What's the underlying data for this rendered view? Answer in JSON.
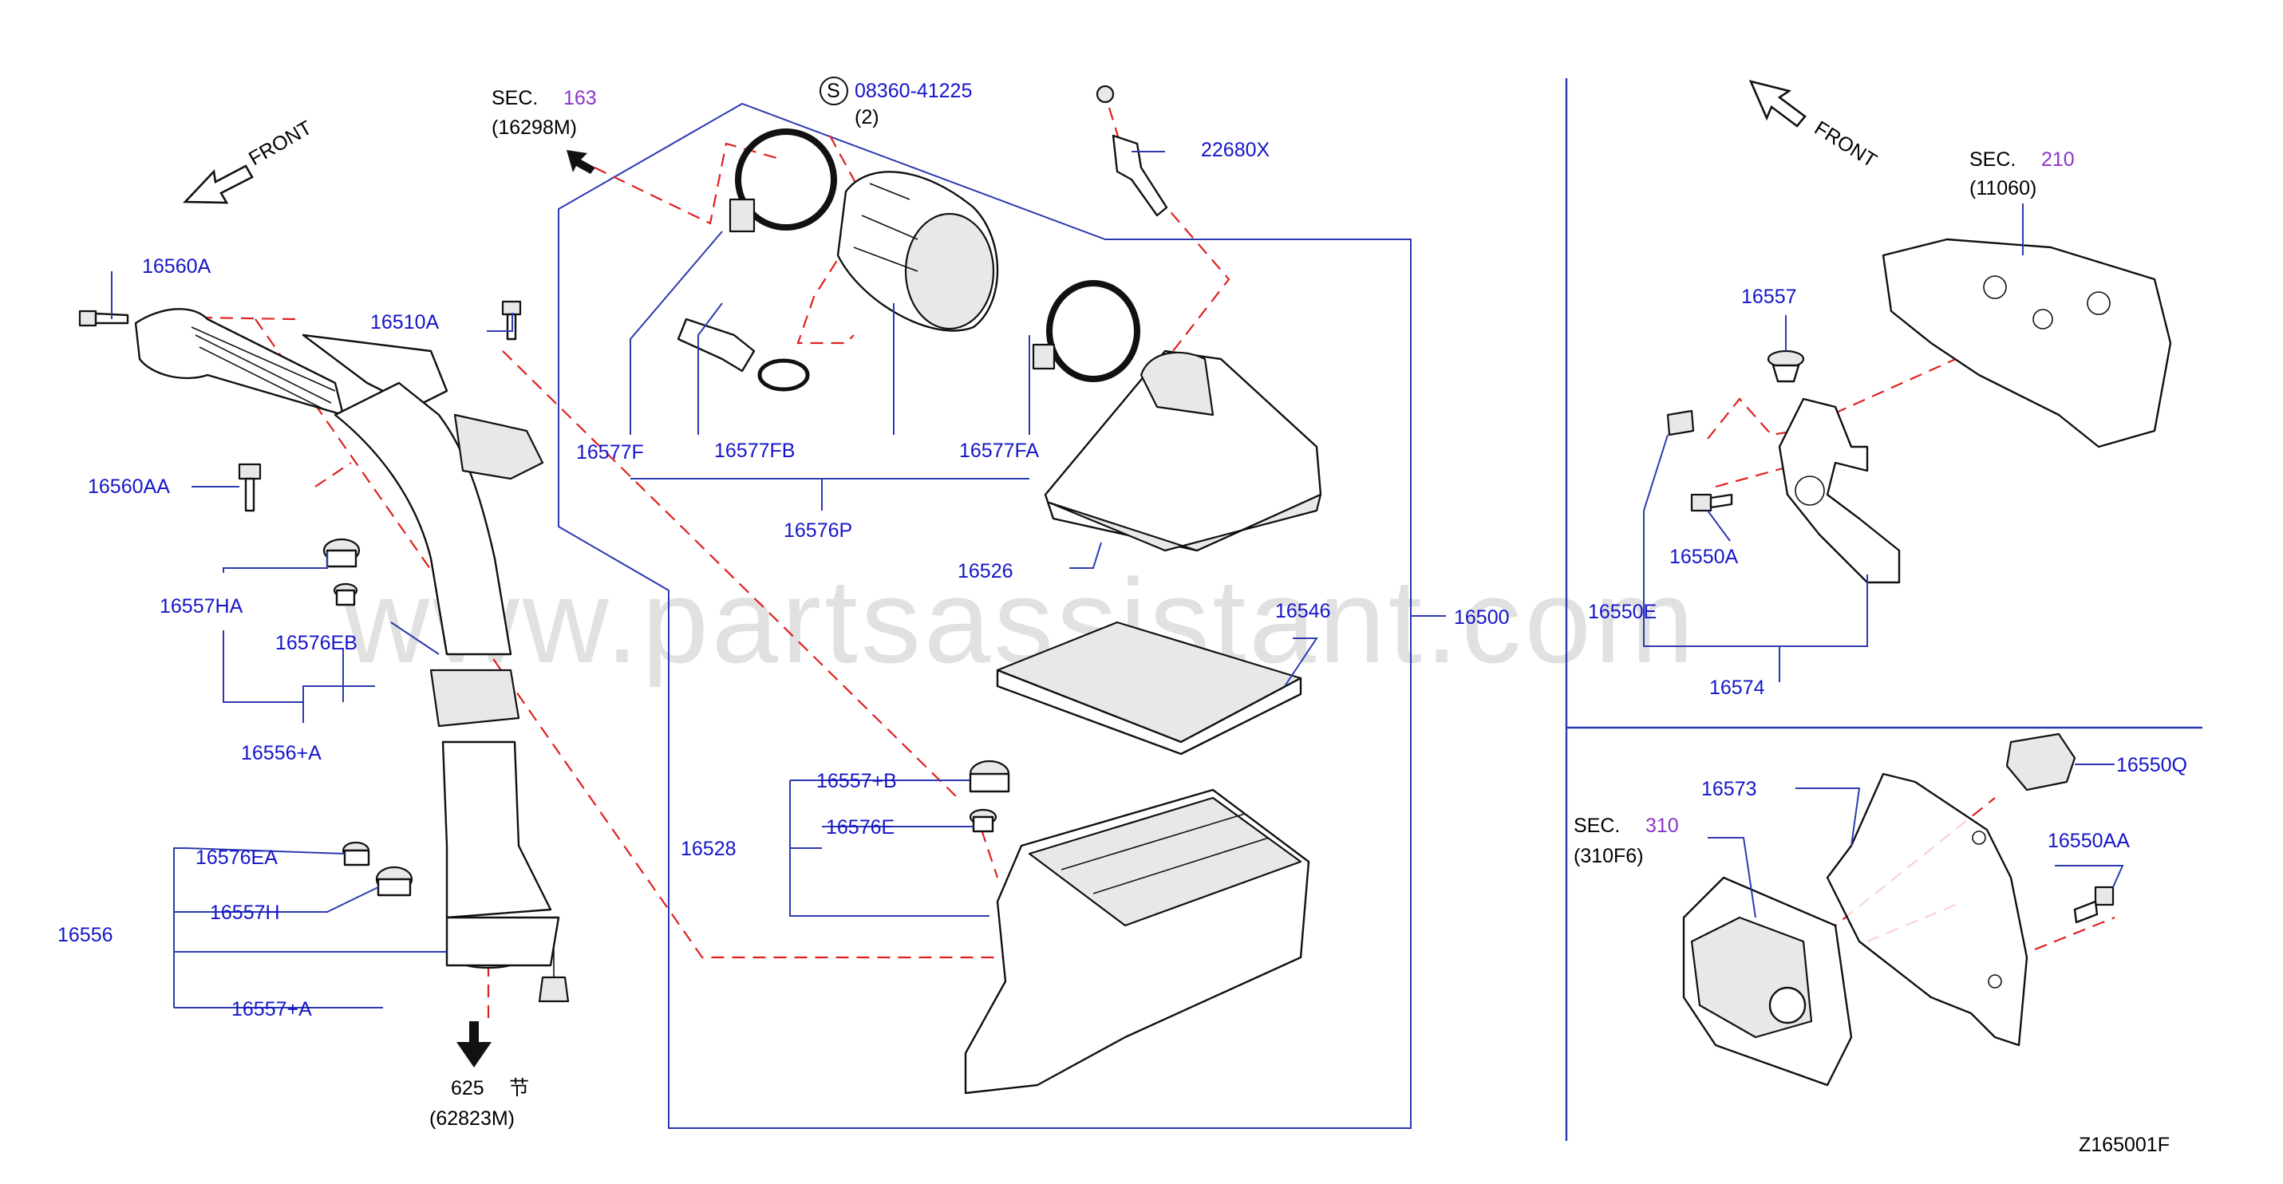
{
  "watermark": "www.partsassistant.com",
  "diagram_code": "Z165001F",
  "front_labels": [
    "FRONT",
    "FRONT"
  ],
  "section_refs": [
    {
      "prefix": "SEC.",
      "number": "163",
      "sub": "(16298M)"
    },
    {
      "prefix": "SEC.",
      "number": "210",
      "sub": "(11060)"
    },
    {
      "prefix": "SEC.",
      "number": "310",
      "sub": "(310F6)"
    }
  ],
  "bottom_ref": {
    "number": "625",
    "glyph": "节",
    "sub": "(62823M)"
  },
  "standard_part": {
    "symbol": "S",
    "number": "08360-41225",
    "qty": "(2)"
  },
  "part_numbers": {
    "p16560A": "16560A",
    "p16510A": "16510A",
    "p16560AA": "16560AA",
    "p16557HA": "16557HA",
    "p16576EB": "16576EB",
    "p16556A": "16556+A",
    "p16576EA": "16576EA",
    "p16557H": "16557H",
    "p16556": "16556",
    "p16557A": "16557+A",
    "p22680X": "22680X",
    "p16577F": "16577F",
    "p16577FB": "16577FB",
    "p16577FA": "16577FA",
    "p16576P": "16576P",
    "p16526": "16526",
    "p16546": "16546",
    "p16500": "16500",
    "p16557B": "16557+B",
    "p16576E": "16576E",
    "p16528": "16528",
    "p16557": "16557",
    "p16550A": "16550A",
    "p16550E": "16550E",
    "p16574": "16574",
    "p16573": "16573",
    "p16550Q": "16550Q",
    "p16550AA": "16550AA"
  },
  "colors": {
    "part_number": "#1515c8",
    "section_number": "#8a35c8",
    "leader": "#2c3ab0",
    "dashed_guide": "#e02020"
  }
}
